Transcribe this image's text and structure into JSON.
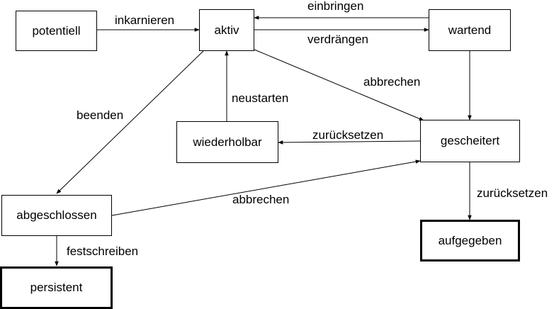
{
  "states": {
    "potentiell": "potentiell",
    "aktiv": "aktiv",
    "wartend": "wartend",
    "wiederholbar": "wiederholbar",
    "gescheitert": "gescheitert",
    "abgeschlossen": "abgeschlossen",
    "aufgegeben": "aufgegeben",
    "persistent": "persistent"
  },
  "transitions": {
    "inkarnieren": "inkarnieren",
    "einbringen": "einbringen",
    "verdraengen": "verdrängen",
    "abbrechen_aktiv": "abbrechen",
    "neustarten": "neustarten",
    "beenden": "beenden",
    "zuruecksetzen_wiederholbar": "zurücksetzen",
    "abbrechen_abgeschlossen": "abbrechen",
    "zuruecksetzen_aufgegeben": "zurücksetzen",
    "festschreiben": "festschreiben"
  }
}
